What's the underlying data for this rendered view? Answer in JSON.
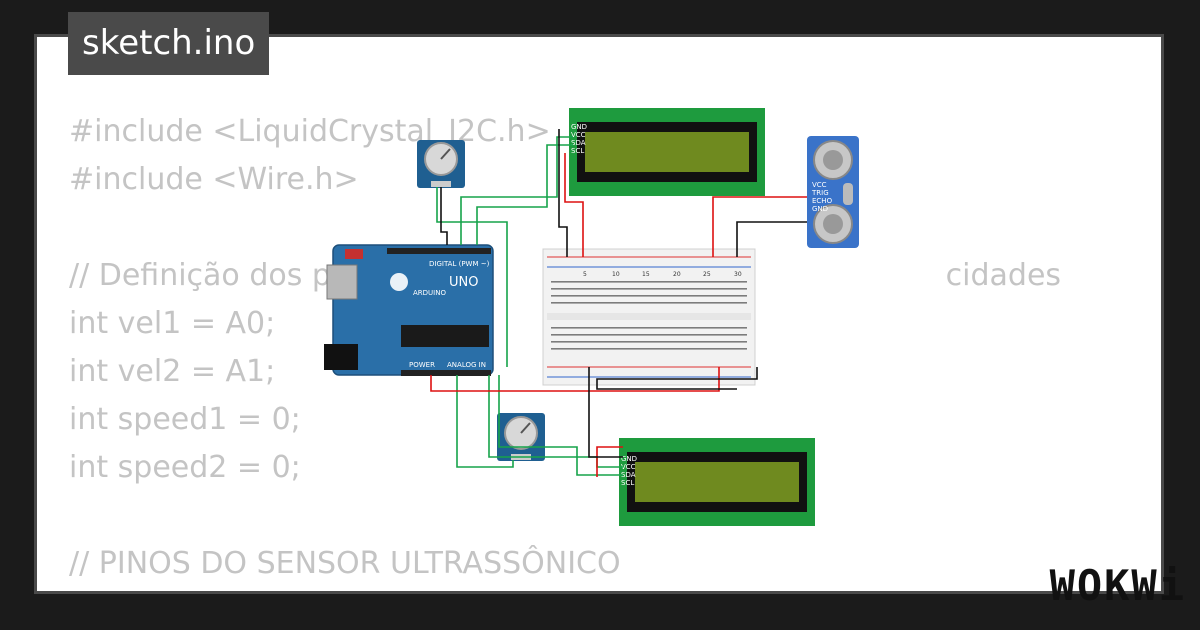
{
  "title": "sketch.ino",
  "code_lines": [
    "#include <LiquidCrystal_I2C.h>",
    "#include <Wire.h>",
    "",
    "// Definição dos p                            eico                              cidades",
    "int vel1 = A0;",
    "int vel2 = A1;",
    "int speed1 = 0;",
    "int speed2 = 0;",
    "",
    "// PINOS DO SENSOR ULTRASSÔNICO"
  ],
  "diagram": {
    "board_label": "UNO",
    "board_brand": "ARDUINO",
    "digital_label": "DIGITAL (PWM ~)",
    "power_label": "POWER",
    "analog_label": "ANALOG IN",
    "breadboard_cols": [
      "5",
      "10",
      "15",
      "20",
      "25",
      "30"
    ],
    "sensor_pins": [
      "VCC",
      "TRIG",
      "ECHO",
      "GND"
    ],
    "lcd_pins": [
      "GND",
      "VCC",
      "SDA",
      "SCL"
    ]
  },
  "logo": "WOKWi"
}
